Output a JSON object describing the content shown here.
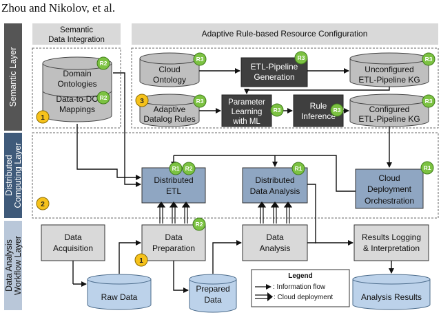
{
  "header": "Zhou and Nikolov, et al.",
  "layers": {
    "semantic": "Semantic Layer",
    "distributed": [
      "Distributed",
      "Computing Layer"
    ],
    "workflow": [
      "Data Analysis",
      "Workflow Layer"
    ]
  },
  "sections": {
    "integration": [
      "Semantic",
      "Data Integration"
    ],
    "adaptive": "Adaptive Rule-based Resource Configuration"
  },
  "nodes": {
    "domain": [
      "Domain",
      "Ontologies"
    ],
    "mappings": [
      "Data-to-DO",
      "Mappings"
    ],
    "cloud_ontology": [
      "Cloud",
      "Ontology"
    ],
    "etl_gen": [
      "ETL-Pipeline",
      "Generation"
    ],
    "unconfigured": [
      "Unconfigured",
      "ETL-Pipeline KG"
    ],
    "datalog": [
      "Adaptive",
      "Datalog Rules"
    ],
    "param": [
      "Parameter",
      "Learning",
      "with ML"
    ],
    "rule_inf": [
      "Rule",
      "Inference"
    ],
    "configured": [
      "Configured",
      "ETL-Pipeline KG"
    ],
    "dist_etl": [
      "Distributed",
      "ETL"
    ],
    "dist_analysis": [
      "Distributed",
      "Data Analysis"
    ],
    "cloud_deploy": [
      "Cloud",
      "Deployment",
      "Orchestration"
    ],
    "acquisition": [
      "Data",
      "Acquisition"
    ],
    "preparation": [
      "Data",
      "Preparation"
    ],
    "analysis": [
      "Data",
      "Analysis"
    ],
    "results": [
      "Results Logging",
      "& Interpretation"
    ],
    "raw": "Raw Data",
    "prepared": [
      "Prepared",
      "Data"
    ],
    "analysis_results": "Analysis Results"
  },
  "badges": {
    "r1": "R1",
    "r2": "R2",
    "r3": "R3",
    "y1": "1",
    "y2": "2",
    "y3": "3"
  },
  "legend": {
    "title": "Legend",
    "info": ": Information flow",
    "cloud": ": Cloud deployment"
  },
  "colors": {
    "layer_dark": "#555555",
    "layer_blue": "#3f5a7a",
    "layer_light": "#b9c7d9",
    "section_bar": "#d9d9d9",
    "cylinder_gray": "#bfbfbf",
    "cylinder_blue": "#bcd2ea",
    "box_gray": "#d9d9d9",
    "box_dark": "#3f3f3f",
    "box_blue": "#8fa6c2",
    "badge_green": "#7cc242",
    "badge_yellow": "#f6c21b"
  }
}
